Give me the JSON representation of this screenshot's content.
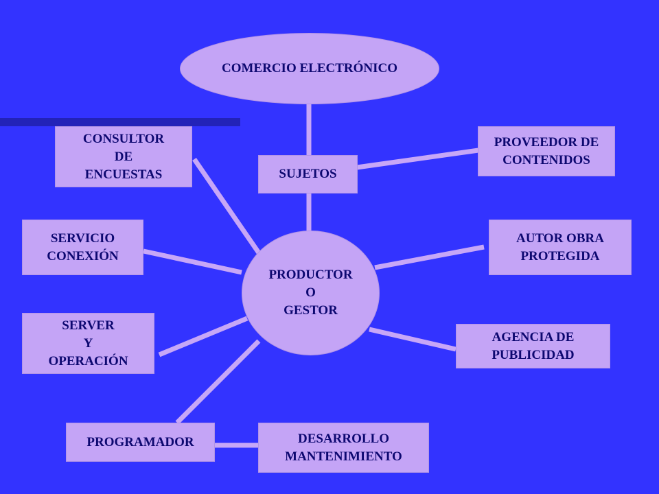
{
  "diagram": {
    "top": {
      "lines": [
        "COMERCIO ELECTRÓNICO"
      ]
    },
    "hub": {
      "lines": [
        "SUJETOS"
      ]
    },
    "center": {
      "lines": [
        "PRODUCTOR",
        "O",
        "GESTOR"
      ]
    },
    "nodes": {
      "consultor": {
        "lines": [
          "CONSULTOR",
          "DE",
          "ENCUESTAS"
        ]
      },
      "proveedor": {
        "lines": [
          "PROVEEDOR DE",
          "CONTENIDOS"
        ]
      },
      "servicio": {
        "lines": [
          "SERVICIO",
          "CONEXIÓN"
        ]
      },
      "autor": {
        "lines": [
          "AUTOR OBRA",
          "PROTEGIDA"
        ]
      },
      "server": {
        "lines": [
          "SERVER",
          "Y",
          "OPERACIÓN"
        ]
      },
      "agencia": {
        "lines": [
          "AGENCIA DE",
          "PUBLICIDAD"
        ]
      },
      "programador": {
        "lines": [
          "PROGRAMADOR"
        ]
      },
      "desarrollo": {
        "lines": [
          "DESARROLLO",
          "MANTENIMIENTO"
        ]
      }
    },
    "colors": {
      "background": "#3333ff",
      "node_fill": "#c4a4f6",
      "text": "#0d0870",
      "connector": "#c7a7f7"
    }
  }
}
